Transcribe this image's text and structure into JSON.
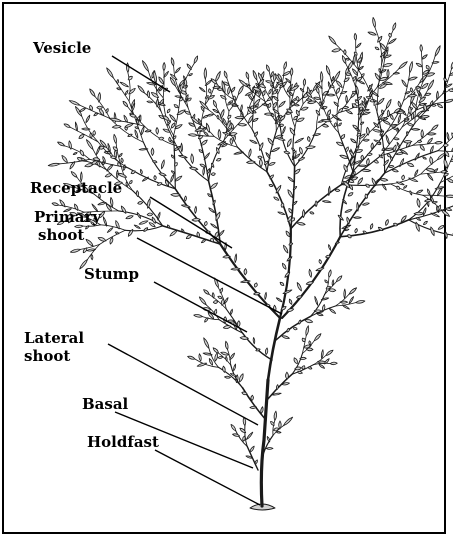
{
  "labels": {
    "vesicle": "Vesicle",
    "receptacle": "Receptacle",
    "primary_shoot_line1": "Primary",
    "primary_shoot_line2": "shoot",
    "stump": "Stump",
    "lateral_shoot_line1": "Lateral",
    "lateral_shoot_line2": "shoot",
    "basal": "Basal",
    "holdfast": "Holdfast"
  },
  "colors": {
    "plant_fill": "#d2d2d2",
    "plant_stroke": "#1a1a1a",
    "frame": "#000000",
    "text": "#000000"
  }
}
